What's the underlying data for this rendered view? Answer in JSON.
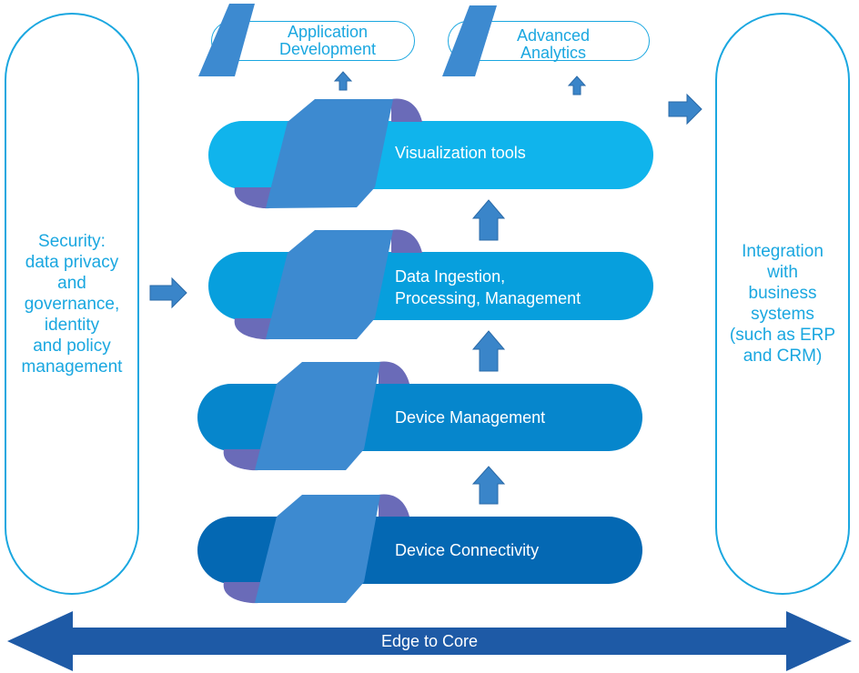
{
  "left_pillar": {
    "text": "Security:\ndata privacy\nand\ngovernance,\nidentity\nand policy\nmanagement"
  },
  "right_pillar": {
    "text": "Integration\nwith\nbusiness\nsystems\n(such as ERP\nand CRM)"
  },
  "top_boxes": [
    {
      "label": "Application\nDevelopment"
    },
    {
      "label": "Advanced\nAnalytics"
    }
  ],
  "layers": [
    {
      "label": "Visualization tools",
      "color": "#10b4ec"
    },
    {
      "label": "Data Ingestion,\nProcessing, Management",
      "color": "#079fdd"
    },
    {
      "label": "Device Management",
      "color": "#0686cc"
    },
    {
      "label": "Device Connectivity",
      "color": "#0468b3"
    }
  ],
  "edge_arrow": {
    "label": "Edge to Core",
    "color": "#1e5aa6"
  },
  "colors": {
    "accent": "#1aa7e0",
    "arrow": "#3a85c9",
    "ribbon_front": "#3d8ad0",
    "ribbon_back": "#6a6bb8"
  }
}
